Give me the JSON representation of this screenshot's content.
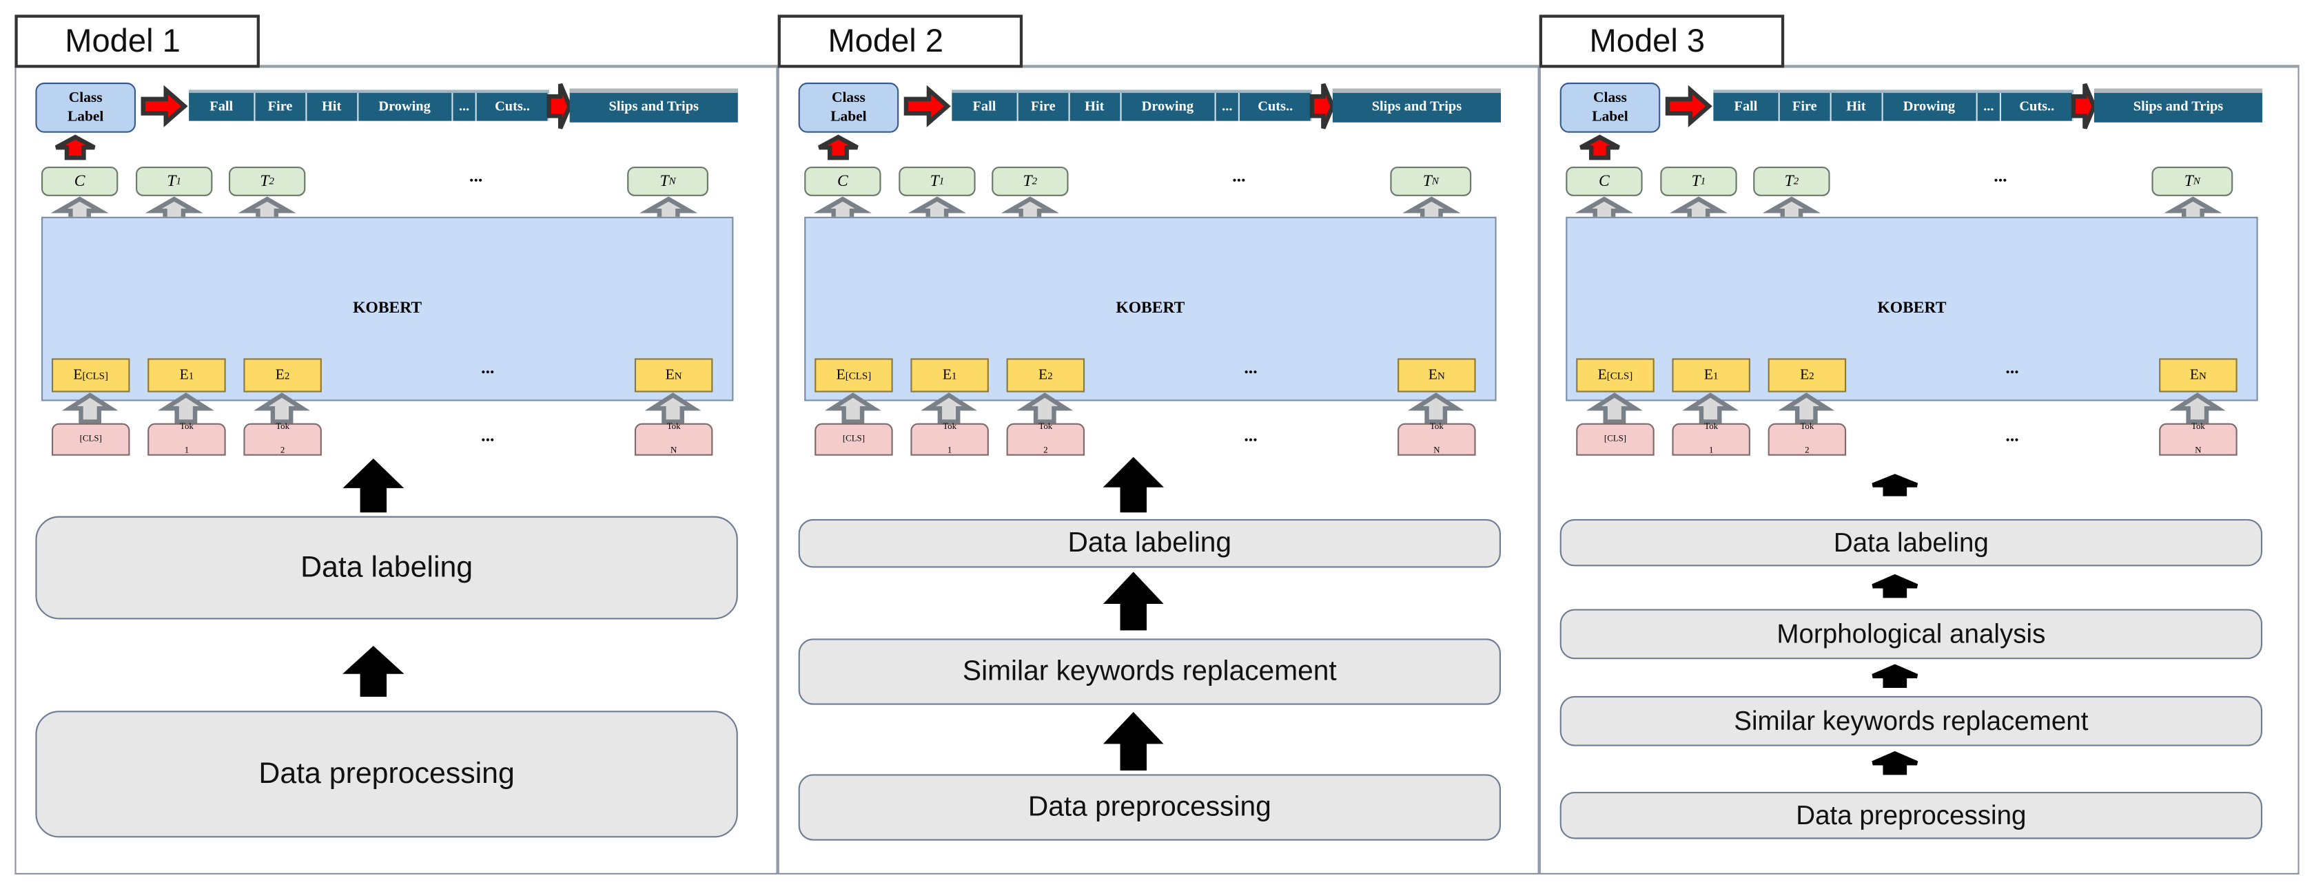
{
  "colors": {
    "class_label": "#b9d3f0",
    "category_bar": "#1d5f7f",
    "output_token": "#dbead3",
    "kobert": "#c8dbf7",
    "embedding": "#fdd965",
    "input_token": "#f4cccc",
    "step_box": "#e7e7e7",
    "red_arrow": "#ff0000",
    "black_arrow": "#000000"
  },
  "shared": {
    "class_label": [
      "Class",
      "Label"
    ],
    "categories": [
      "Fall",
      "Fire",
      "Hit",
      "Drowing",
      "...",
      "Cuts.."
    ],
    "selected_category": "Slips and Trips",
    "outputs": [
      "C",
      "T1",
      "T2",
      "TN"
    ],
    "output_subs": [
      "",
      "1",
      "2",
      "N"
    ],
    "output_bases": [
      "C",
      "T",
      "T",
      "T"
    ],
    "ellipsis": "...",
    "encoder": "KOBERT",
    "embeddings": [
      "E",
      "E",
      "E",
      "E"
    ],
    "embedding_subs": [
      "[CLS]",
      "1",
      "2",
      "N"
    ],
    "tokens": [
      [
        "[CLS]"
      ],
      [
        "Tok",
        "1"
      ],
      [
        "Tok",
        "2"
      ],
      [
        "Tok",
        "N"
      ]
    ]
  },
  "models": [
    {
      "title": "Model 1",
      "steps": [
        "Data labeling",
        "Data preprocessing"
      ]
    },
    {
      "title": "Model 2",
      "steps": [
        "Data labeling",
        "Similar keywords replacement",
        "Data preprocessing"
      ]
    },
    {
      "title": "Model 3",
      "steps": [
        "Data labeling",
        "Morphological analysis",
        "Similar keywords replacement",
        "Data preprocessing"
      ]
    }
  ]
}
